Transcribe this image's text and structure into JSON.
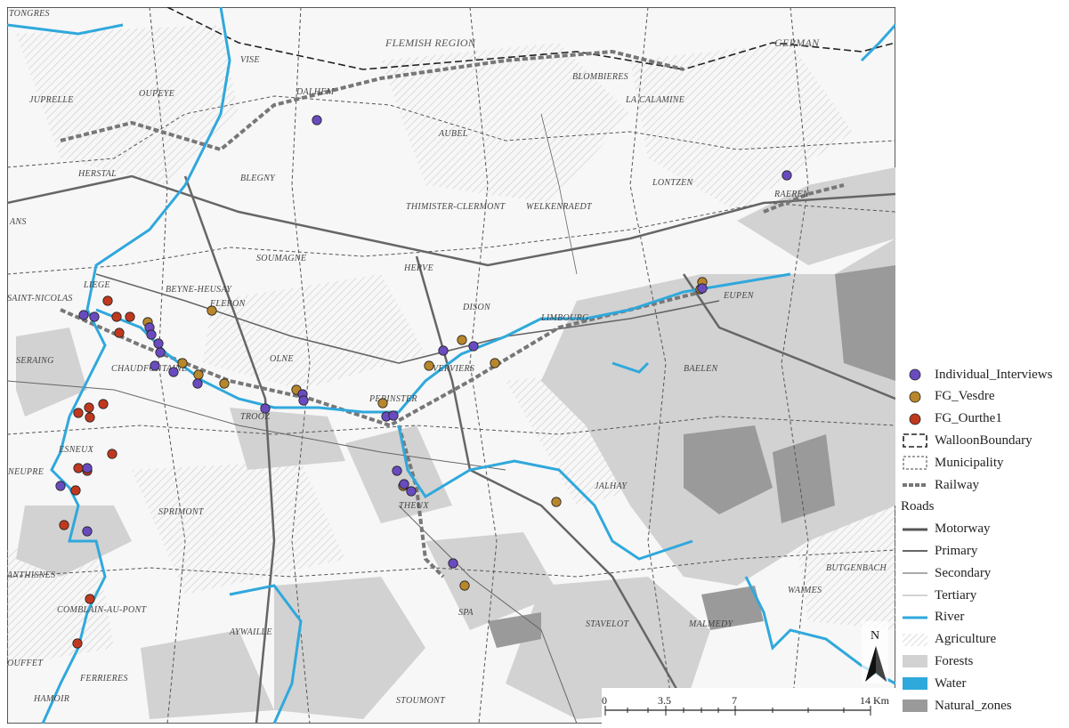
{
  "map": {
    "region_labels": [
      "FLEMISH REGION",
      "GERMAN"
    ],
    "place_labels": [
      "TONGRES",
      "JUPRELLE",
      "OUPEYE",
      "VISE",
      "DALHEM",
      "BLOMBIERES",
      "LA CALAMINE",
      "AUBEL",
      "HERSTAL",
      "BLEGNY",
      "THIMISTER-CLERMONT",
      "WELKENRAEDT",
      "LONTZEN",
      "RAEREN",
      "ANS",
      "HERVE",
      "SOUMAGNE",
      "LIEGE",
      "BEYNE-HEUSAY",
      "FLERON",
      "DISON",
      "LIMBOURG",
      "EUPEN",
      "SAINT-NICOLAS",
      "SERAING",
      "CHAUDFONTAINE",
      "OLNE",
      "VERVIERS",
      "BAELEN",
      "PEPINSTER",
      "TROOZ",
      "ESNEUX",
      "NEUPRE",
      "SPRIMONT",
      "JALHAY",
      "THEUX",
      "BUTGENBACH",
      "ANTHISNES",
      "WAIMES",
      "SPA",
      "COMBLAIN-AU-PONT",
      "AYWAILLE",
      "STAVELOT",
      "MALMEDY",
      "OUFFET",
      "FERRIERES",
      "HAMOIR",
      "STOUMONT"
    ],
    "points": {
      "individual_interviews": [
        [
          348,
          127
        ],
        [
          876,
          189
        ],
        [
          86,
          346
        ],
        [
          98,
          348
        ],
        [
          160,
          360
        ],
        [
          162,
          368
        ],
        [
          170,
          378
        ],
        [
          172,
          388
        ],
        [
          166,
          403
        ],
        [
          187,
          410
        ],
        [
          214,
          423
        ],
        [
          290,
          451
        ],
        [
          332,
          435
        ],
        [
          333,
          442
        ],
        [
          426,
          460
        ],
        [
          434,
          459
        ],
        [
          438,
          521
        ],
        [
          446,
          536
        ],
        [
          454,
          544
        ],
        [
          490,
          386
        ],
        [
          524,
          381
        ],
        [
          60,
          538
        ],
        [
          90,
          518
        ],
        [
          90,
          589
        ],
        [
          501,
          625
        ],
        [
          781,
          316
        ]
      ],
      "fg_vesdre": [
        [
          230,
          341
        ],
        [
          158,
          354
        ],
        [
          197,
          400
        ],
        [
          215,
          413
        ],
        [
          244,
          423
        ],
        [
          325,
          430
        ],
        [
          422,
          445
        ],
        [
          445,
          538
        ],
        [
          474,
          403
        ],
        [
          511,
          374
        ],
        [
          548,
          400
        ],
        [
          514,
          650
        ],
        [
          617,
          556
        ],
        [
          781,
          309
        ],
        [
          779,
          317
        ]
      ],
      "fg_ourthe1": [
        [
          113,
          330
        ],
        [
          123,
          348
        ],
        [
          138,
          348
        ],
        [
          126,
          366
        ],
        [
          80,
          456
        ],
        [
          92,
          450
        ],
        [
          108,
          446
        ],
        [
          93,
          461
        ],
        [
          118,
          502
        ],
        [
          80,
          518
        ],
        [
          77,
          543
        ],
        [
          90,
          521
        ],
        [
          64,
          582
        ],
        [
          93,
          665
        ],
        [
          79,
          715
        ]
      ]
    },
    "scale_bar": {
      "ticks": [
        "0",
        "3.5",
        "7",
        "14 Km"
      ]
    },
    "north": "N"
  },
  "legend": {
    "items": [
      {
        "label": "Individual_Interviews",
        "kind": "dot",
        "color": "#6a4bbf"
      },
      {
        "label": "FG_Vesdre",
        "kind": "dot",
        "color": "#b8862b"
      },
      {
        "label": "FG_Ourthe1",
        "kind": "dot",
        "color": "#c0391f"
      },
      {
        "label": "WalloonBoundary",
        "kind": "boundary-box"
      },
      {
        "label": "Municipality",
        "kind": "muni-box"
      },
      {
        "label": "Railway",
        "kind": "railway"
      },
      {
        "label": "Roads",
        "kind": "heading"
      },
      {
        "label": "Motorway",
        "kind": "line-thick"
      },
      {
        "label": "Primary",
        "kind": "line-med"
      },
      {
        "label": "Secondary",
        "kind": "line-thin"
      },
      {
        "label": "Tertiary",
        "kind": "line-hair"
      },
      {
        "label": "River",
        "kind": "river"
      },
      {
        "label": "Agriculture",
        "kind": "hatch"
      },
      {
        "label": "Forests",
        "kind": "forest"
      },
      {
        "label": "Water",
        "kind": "water"
      },
      {
        "label": "Natural_zones",
        "kind": "natural"
      }
    ]
  },
  "colors": {
    "river": "#2fa8dc",
    "forest": "#d2d2d2",
    "natural": "#9a9a9a",
    "interview": "#6a4bbf",
    "vesdre": "#b8862b",
    "ourthe": "#c0391f"
  }
}
